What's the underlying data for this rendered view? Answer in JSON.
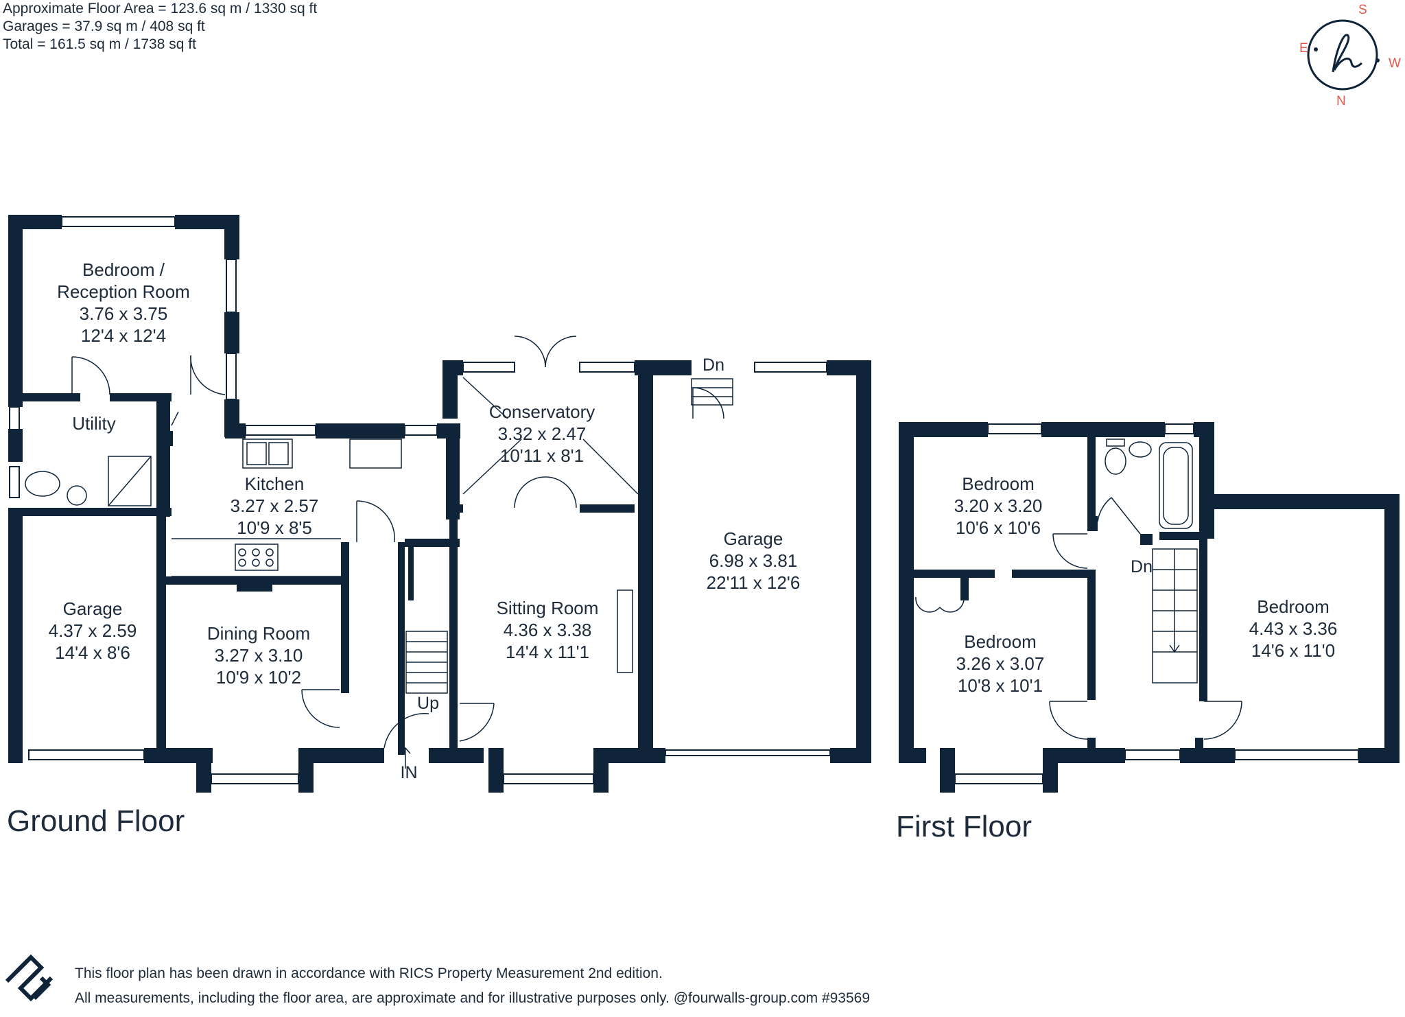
{
  "areas": {
    "approx": "Approximate Floor Area = 123.6 sq m / 1330 sq ft",
    "garages": "Garages = 37.9 sq m / 408 sq ft",
    "total": "Total = 161.5 sq m / 1738 sq ft"
  },
  "compass": {
    "s": "S",
    "e": "E",
    "w": "W",
    "n": "N"
  },
  "floors": {
    "ground": "Ground Floor",
    "first": "First Floor"
  },
  "ground": {
    "bedroom_reception": {
      "l1": "Bedroom /",
      "l2": "Reception Room",
      "l3": "3.76 x 3.75",
      "l4": "12'4 x 12'4"
    },
    "utility": {
      "l1": "Utility"
    },
    "kitchen": {
      "l1": "Kitchen",
      "l2": "3.27 x 2.57",
      "l3": "10'9 x 8'5"
    },
    "conservatory": {
      "l1": "Conservatory",
      "l2": "3.32 x 2.47",
      "l3": "10'11 x 8'1"
    },
    "garage_large": {
      "l1": "Garage",
      "l2": "6.98 x 3.81",
      "l3": "22'11 x 12'6"
    },
    "garage_small": {
      "l1": "Garage",
      "l2": "4.37 x 2.59",
      "l3": "14'4 x 8'6"
    },
    "dining": {
      "l1": "Dining Room",
      "l2": "3.27 x 3.10",
      "l3": "10'9 x 10'2"
    },
    "sitting": {
      "l1": "Sitting Room",
      "l2": "4.36 x 3.38",
      "l3": "14'4 x 11'1"
    },
    "up": "Up",
    "in": "IN",
    "dn": "Dn"
  },
  "first": {
    "bedroom1": {
      "l1": "Bedroom",
      "l2": "3.20 x 3.20",
      "l3": "10'6 x 10'6"
    },
    "bedroom2": {
      "l1": "Bedroom",
      "l2": "3.26 x 3.07",
      "l3": "10'8 x 10'1"
    },
    "bedroom3": {
      "l1": "Bedroom",
      "l2": "4.43 x 3.36",
      "l3": "14'6 x 11'0"
    },
    "dn": "Dn"
  },
  "footer": {
    "line1": "This floor plan has been drawn in accordance with RICS Property Measurement 2nd edition.",
    "line2": "All measurements, including the floor area, are approximate and for illustrative purposes only. @fourwalls-group.com #93569"
  },
  "colors": {
    "wall": "#0f2439",
    "text": "#1d2b3a",
    "compass": "#e2574c"
  }
}
